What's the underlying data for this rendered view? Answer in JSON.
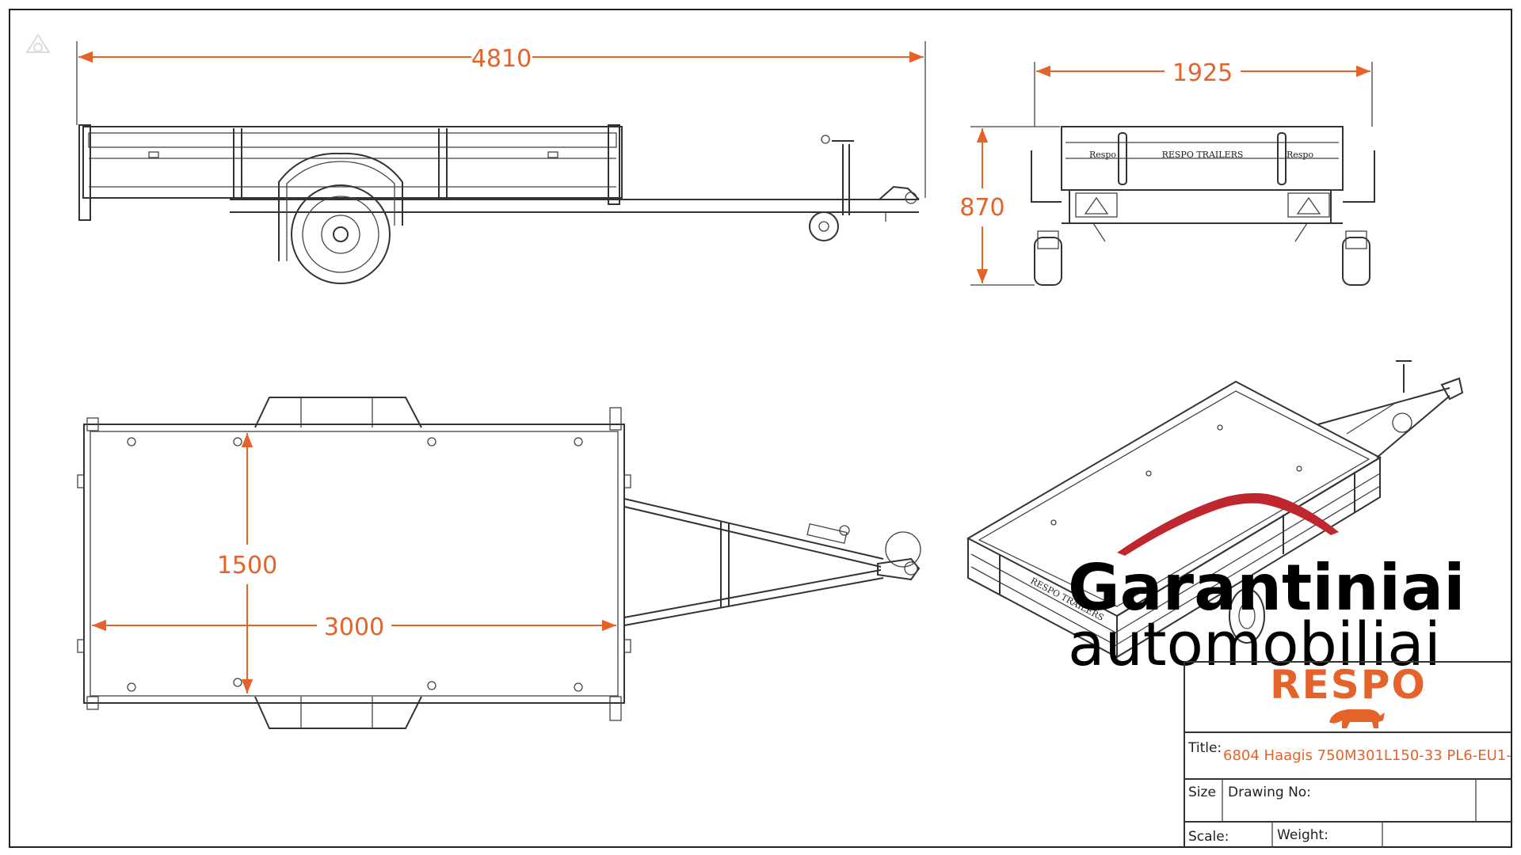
{
  "dimensions": {
    "length": "4810",
    "width": "1925",
    "height": "870",
    "deck_width": "1500",
    "deck_length": "3000"
  },
  "plates": {
    "front_left": "Respo",
    "center": "RESPO TRAILERS",
    "front_right": "Respo",
    "side_iso": "RESPO TRAILERS"
  },
  "watermark": {
    "line1": "Garantiniai",
    "line2": "automobiliai"
  },
  "title_block": {
    "brand": "RESPO",
    "title_label": "Title:",
    "title_value": "6804 Haagis 750M301L150-33 PL6-EU1-",
    "size_label": "Size",
    "drawing_no_label": "Drawing No:",
    "scale_label": "Scale:",
    "weight_label": "Weight:"
  },
  "colors": {
    "accent": "#e4632b",
    "swoosh": "#c0262d",
    "line": "#333333"
  },
  "icons": {
    "corner_logo": "car-logo-icon",
    "brand_mascot": "bull-icon"
  }
}
